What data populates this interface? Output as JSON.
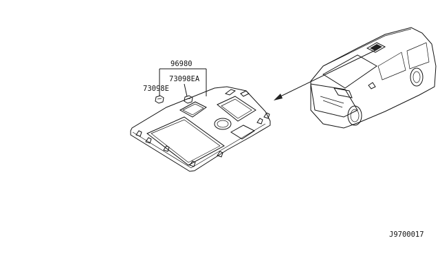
{
  "diagram": {
    "code": "J9700017",
    "parts": [
      {
        "id": "96980",
        "label": "96980"
      },
      {
        "id": "73098EA",
        "label": "73098EA"
      },
      {
        "id": "73098E",
        "label": "73098E"
      }
    ]
  },
  "colors": {
    "line": "#111111",
    "background": "#ffffff"
  }
}
